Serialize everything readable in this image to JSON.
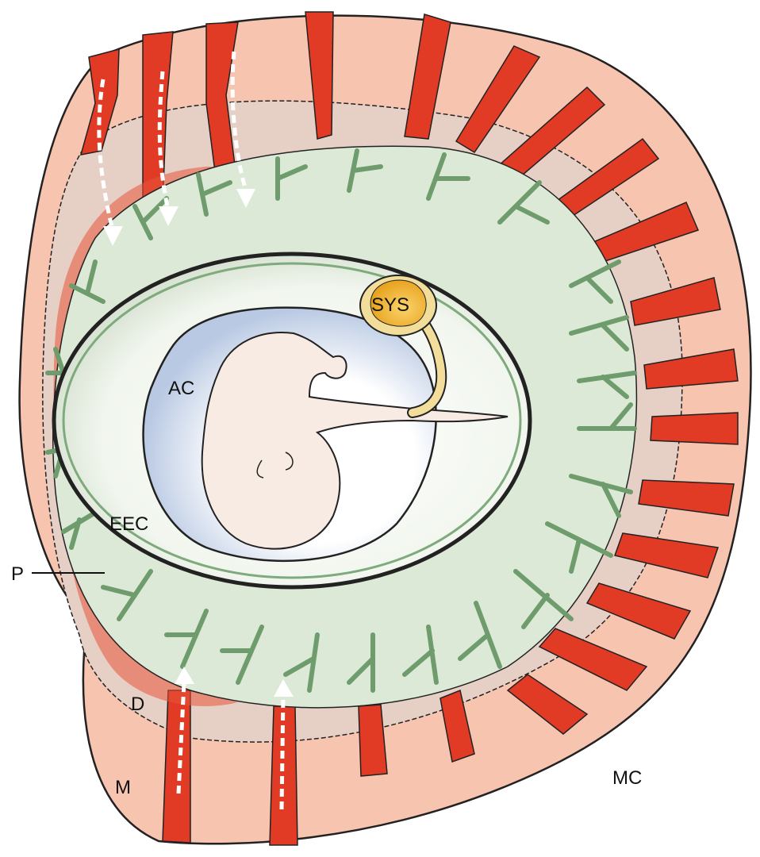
{
  "labels": {
    "sys": "SYS",
    "ac": "AC",
    "eec": "EEC",
    "p": "P",
    "d": "D",
    "m": "M",
    "mc": "MC"
  },
  "colors": {
    "myometrium": "#f7c4b0",
    "decidua": "#e6d0c6",
    "artery": "#e23b25",
    "chorion": "#dbe9d6",
    "villi": "#7faa7c",
    "cavity": "#eef4ea",
    "amnion": "#c9d6ea",
    "embryo": "#f7ebe3",
    "yolk_sac": "#f0b93a",
    "stalk": "#f2dd9a"
  }
}
